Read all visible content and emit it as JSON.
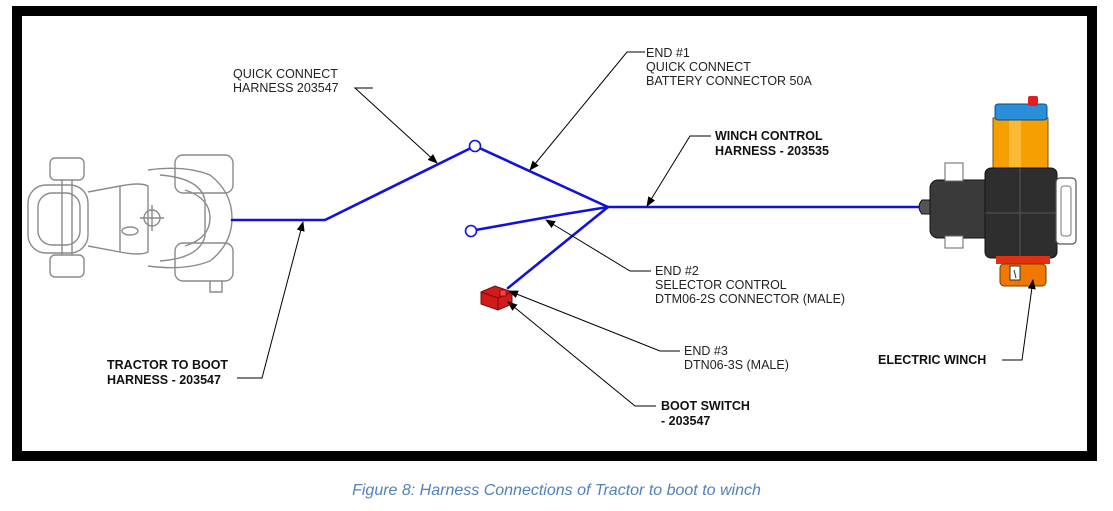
{
  "labels": {
    "quick_connect_harness": [
      "QUICK CONNECT",
      "HARNESS 203547"
    ],
    "end1": [
      "END #1",
      "QUICK CONNECT",
      "BATTERY CONNECTOR 50A"
    ],
    "winch_control_harness": [
      "WINCH CONTROL",
      "HARNESS - 203535"
    ],
    "end2": [
      "END #2",
      "SELECTOR CONTROL",
      "DTM06-2S CONNECTOR (MALE)"
    ],
    "end3": [
      "END #3",
      "DTN06-3S (MALE)"
    ],
    "tractor_to_boot_harness": [
      "TRACTOR TO BOOT",
      "HARNESS - 203547"
    ],
    "boot_switch": [
      "BOOT SWITCH",
      "- 203547"
    ],
    "electric_winch": "ELECTRIC WINCH"
  },
  "caption": "Figure 8:  Harness Connections of Tractor to boot to winch",
  "colors": {
    "wire": "#1010e0",
    "switch": "#d21a1a",
    "winch_body": "#333333",
    "winch_motor": "#f5a000",
    "winch_cap": "#2a8fd8",
    "caption": "#4f81bd"
  },
  "icons": {
    "tractor": "tractor-top-view-icon",
    "winch": "electric-winch-icon",
    "switch": "boot-switch-icon"
  }
}
